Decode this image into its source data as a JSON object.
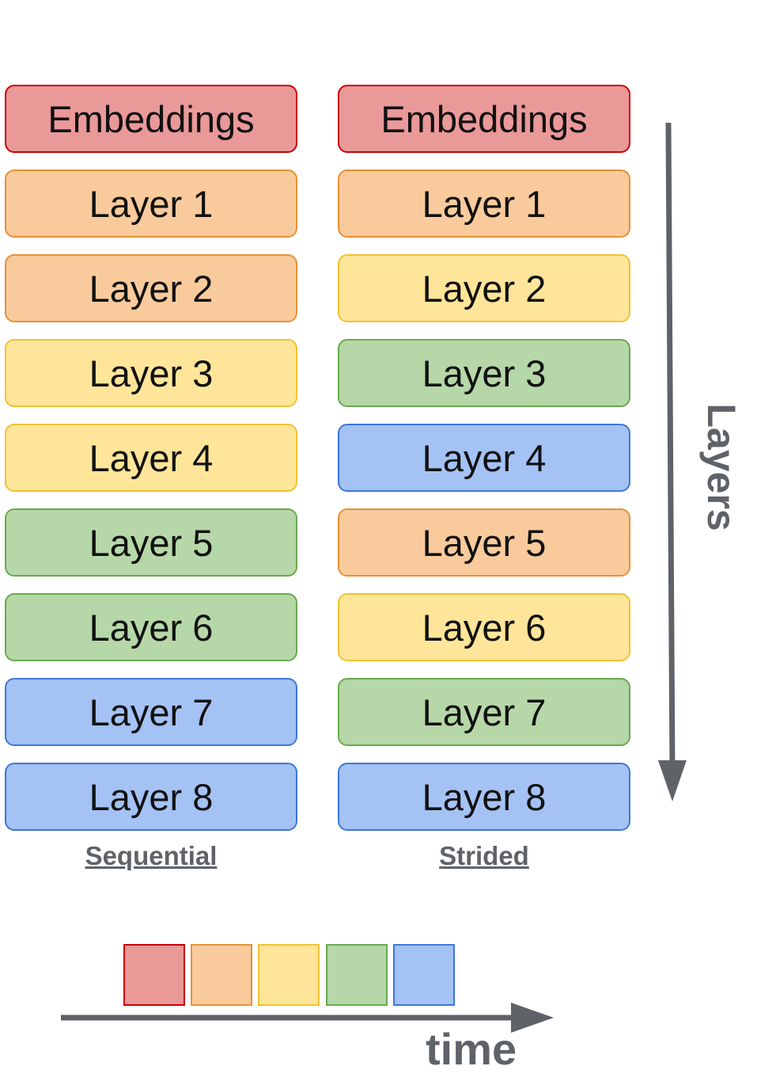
{
  "columns": [
    {
      "id": "sequential",
      "label": "Sequential",
      "blocks": [
        {
          "text": "Embeddings",
          "color": "red"
        },
        {
          "text": "Layer 1",
          "color": "orange"
        },
        {
          "text": "Layer 2",
          "color": "orange"
        },
        {
          "text": "Layer 3",
          "color": "yellow"
        },
        {
          "text": "Layer 4",
          "color": "yellow"
        },
        {
          "text": "Layer 5",
          "color": "green"
        },
        {
          "text": "Layer 6",
          "color": "green"
        },
        {
          "text": "Layer 7",
          "color": "blue"
        },
        {
          "text": "Layer 8",
          "color": "blue"
        }
      ]
    },
    {
      "id": "strided",
      "label": "Strided",
      "blocks": [
        {
          "text": "Embeddings",
          "color": "red"
        },
        {
          "text": "Layer 1",
          "color": "orange"
        },
        {
          "text": "Layer 2",
          "color": "yellow"
        },
        {
          "text": "Layer 3",
          "color": "green"
        },
        {
          "text": "Layer 4",
          "color": "blue"
        },
        {
          "text": "Layer 5",
          "color": "orange"
        },
        {
          "text": "Layer 6",
          "color": "yellow"
        },
        {
          "text": "Layer 7",
          "color": "green"
        },
        {
          "text": "Layer 8",
          "color": "blue"
        }
      ]
    }
  ],
  "axes": {
    "vertical_label": "Layers",
    "horizontal_label": "time"
  },
  "time_sequence": [
    "red",
    "orange",
    "yellow",
    "green",
    "blue"
  ],
  "colors": {
    "red": "#ea9999",
    "orange": "#f9cb9c",
    "yellow": "#ffe599",
    "green": "#b6d7a8",
    "blue": "#a4c2f4",
    "arrow": "#5f6368"
  }
}
